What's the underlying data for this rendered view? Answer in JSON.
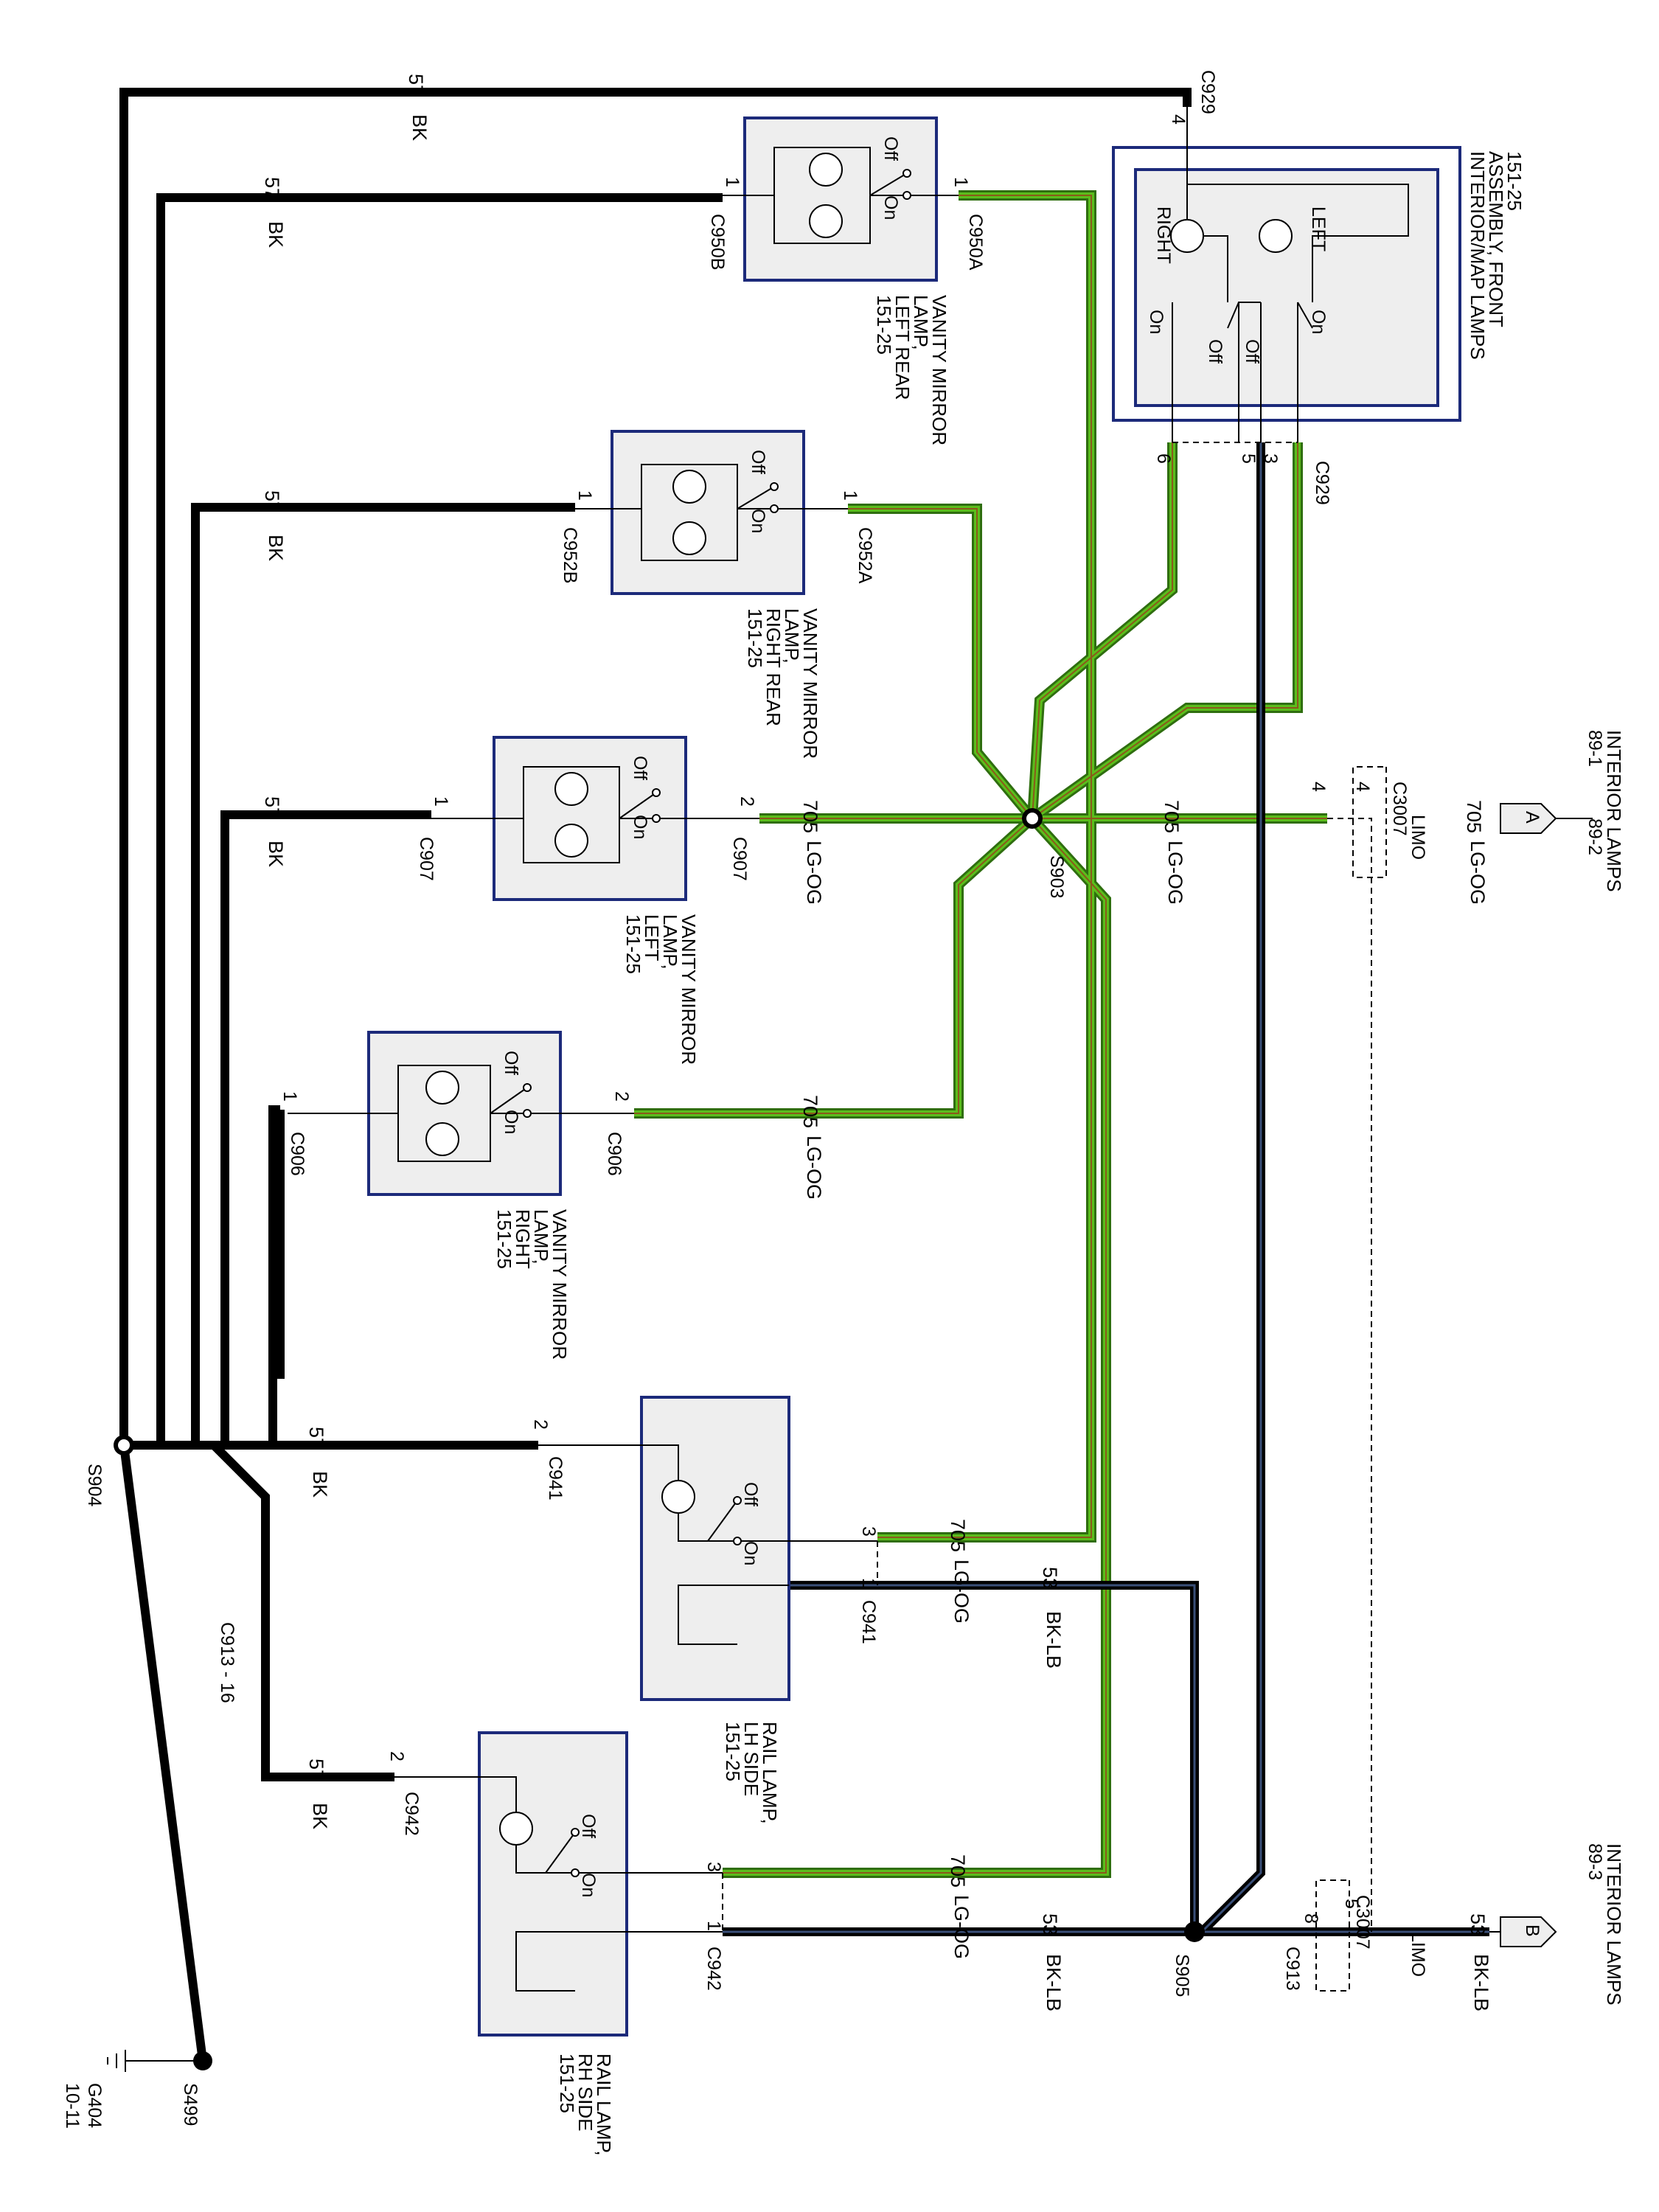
{
  "title_rotation": "diagram rotated 90 degrees clockwise",
  "colors": {
    "bk": "#000000",
    "lg_og_outer": "#2f6e10",
    "lg_og_inner": "#5bbd1c",
    "lg_og_core": "#8a5a1a",
    "bk_lb_core": "#3a4f78",
    "box_stroke": "#1c2a7a",
    "box_fill": "#eeeeee"
  },
  "wires": {
    "w57": "57",
    "bk": "BK",
    "w705": "705",
    "lgog": "LG-OG",
    "w53": "53",
    "bklb": "BK-LB",
    "w57bk": "57  BK",
    "w705lgog": "705  LG-OG",
    "w53bklb": "53  BK-LB"
  },
  "splices": {
    "s903": "S903",
    "s904": "S904",
    "s905": "S905",
    "s499": "S499"
  },
  "ground": {
    "id": "G404",
    "ref": "10-11"
  },
  "connectors": {
    "c929": "C929",
    "c950a": "C950A",
    "c950b": "C950B",
    "c952a": "C952A",
    "c952b": "C952B",
    "c907": "C907",
    "c906": "C906",
    "c941": "C941",
    "c942": "C942",
    "c913": "C913",
    "c913_16": "C913 - 16",
    "c3007": "C3007",
    "limo": "LIMO"
  },
  "pins": {
    "p1": "1",
    "p2": "2",
    "p3": "3",
    "p4": "4",
    "p5": "5",
    "p6": "6",
    "p8": "8"
  },
  "switch": {
    "off": "Off",
    "on": "On",
    "left": "LEFT",
    "right": "RIGHT"
  },
  "components": {
    "front": [
      "INTERIOR/MAP LAMPS",
      "ASSEMBLY, FRONT",
      "151-25"
    ],
    "vm_left_rear": [
      "VANITY MIRROR",
      "LAMP,",
      "LEFT REAR",
      "151-25"
    ],
    "vm_right_rear": [
      "VANITY MIRROR",
      "LAMP,",
      "RIGHT REAR",
      "151-25"
    ],
    "vm_left": [
      "VANITY MIRROR",
      "LAMP,",
      "LEFT",
      "151-25"
    ],
    "vm_right": [
      "VANITY MIRROR",
      "LAMP,",
      "RIGHT",
      "151-25"
    ],
    "rail_lh": [
      "RAIL LAMP,",
      "LH SIDE",
      "151-25"
    ],
    "rail_rh": [
      "RAIL LAMP,",
      "RH SIDE",
      "151-25"
    ]
  },
  "offpage": {
    "a": {
      "letter": "A",
      "title": "INTERIOR LAMPS",
      "ref1": "89-1",
      "ref2": "89-2"
    },
    "b": {
      "letter": "B",
      "title": "INTERIOR LAMPS",
      "ref1": "89-3"
    }
  }
}
